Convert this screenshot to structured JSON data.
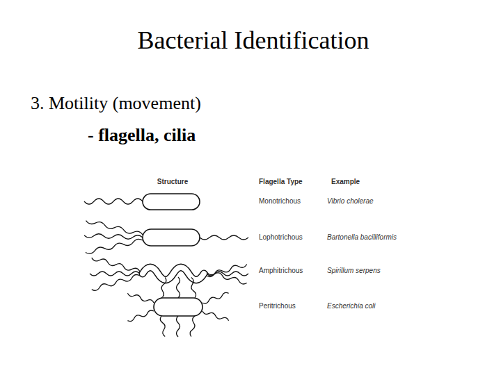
{
  "diagram": {
    "title": "Bacterial Identification",
    "labels": [
      "3. Motility (movement)",
      "- flagella, cilia",
      "Structure",
      "Flagella Type",
      "Example",
      "Monotrichous",
      "Vibrio cholerae",
      "Lophotrichous",
      "Bartonella bacilliformis",
      "Amphitrichous",
      "Spirillum serpens",
      "Peritrichous",
      "Escherichia coli"
    ]
  }
}
